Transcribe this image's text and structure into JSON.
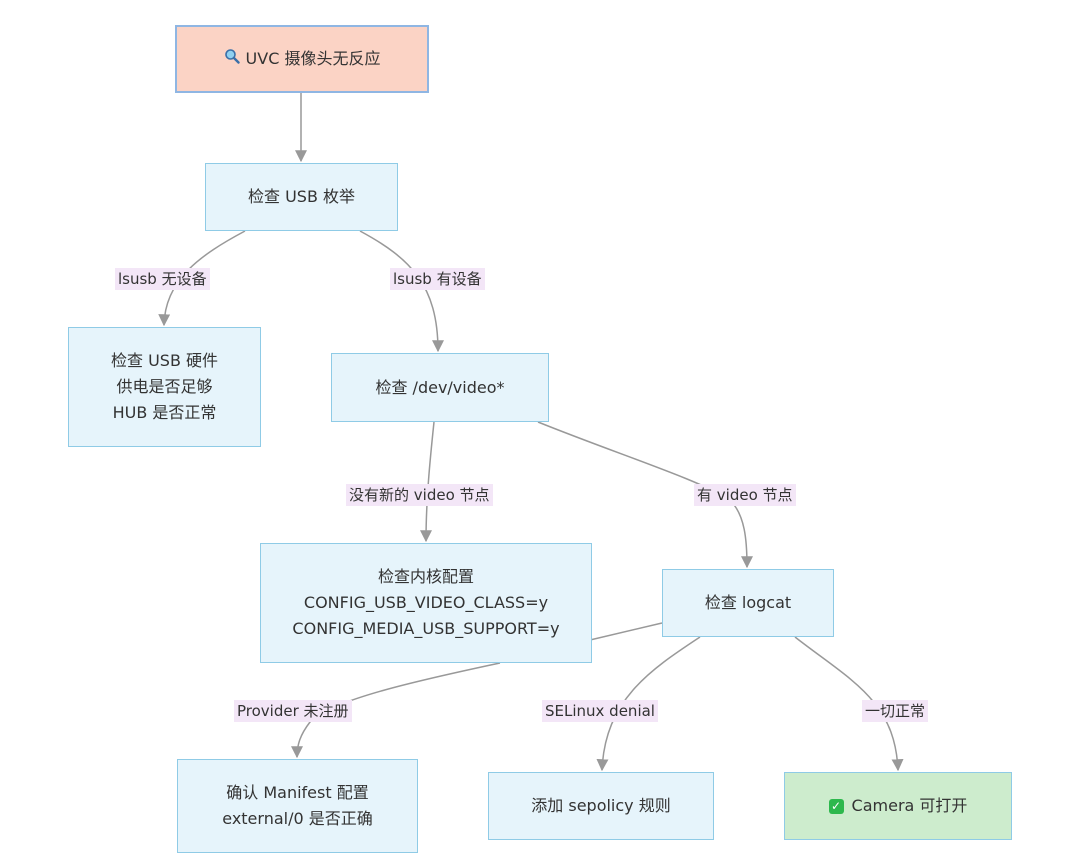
{
  "nodes": {
    "start": {
      "text": "UVC 摄像头无反应",
      "icon": "magnifier-icon"
    },
    "check_usb": {
      "text": "检查 USB 枚举"
    },
    "usb_hw": {
      "lines": [
        "检查 USB 硬件",
        "供电是否足够",
        "HUB 是否正常"
      ]
    },
    "dev_video": {
      "text": "检查 /dev/video*"
    },
    "kernel": {
      "lines": [
        "检查内核配置",
        "CONFIG_USB_VIDEO_CLASS=y",
        "CONFIG_MEDIA_USB_SUPPORT=y"
      ]
    },
    "logcat": {
      "text": "检查 logcat"
    },
    "manifest": {
      "lines": [
        "确认 Manifest 配置",
        "external/0 是否正确"
      ]
    },
    "sepolicy": {
      "text": "添加 sepolicy 规则"
    },
    "camera_ok": {
      "text": "Camera 可打开",
      "icon": "check-icon"
    }
  },
  "edge_labels": {
    "no_device": "lsusb 无设备",
    "has_device": "lsusb 有设备",
    "no_video": "没有新的 video 节点",
    "has_video": "有 video 节点",
    "provider": "Provider 未注册",
    "selinux": "SELinux denial",
    "all_ok": "一切正常"
  },
  "colors": {
    "node_fill": "#e6f4fb",
    "node_border": "#8fcbe6",
    "start_fill": "#fbd3c5",
    "ok_fill": "#cdeccd",
    "edge": "#999999",
    "label_bg": "#f3e6f7"
  }
}
